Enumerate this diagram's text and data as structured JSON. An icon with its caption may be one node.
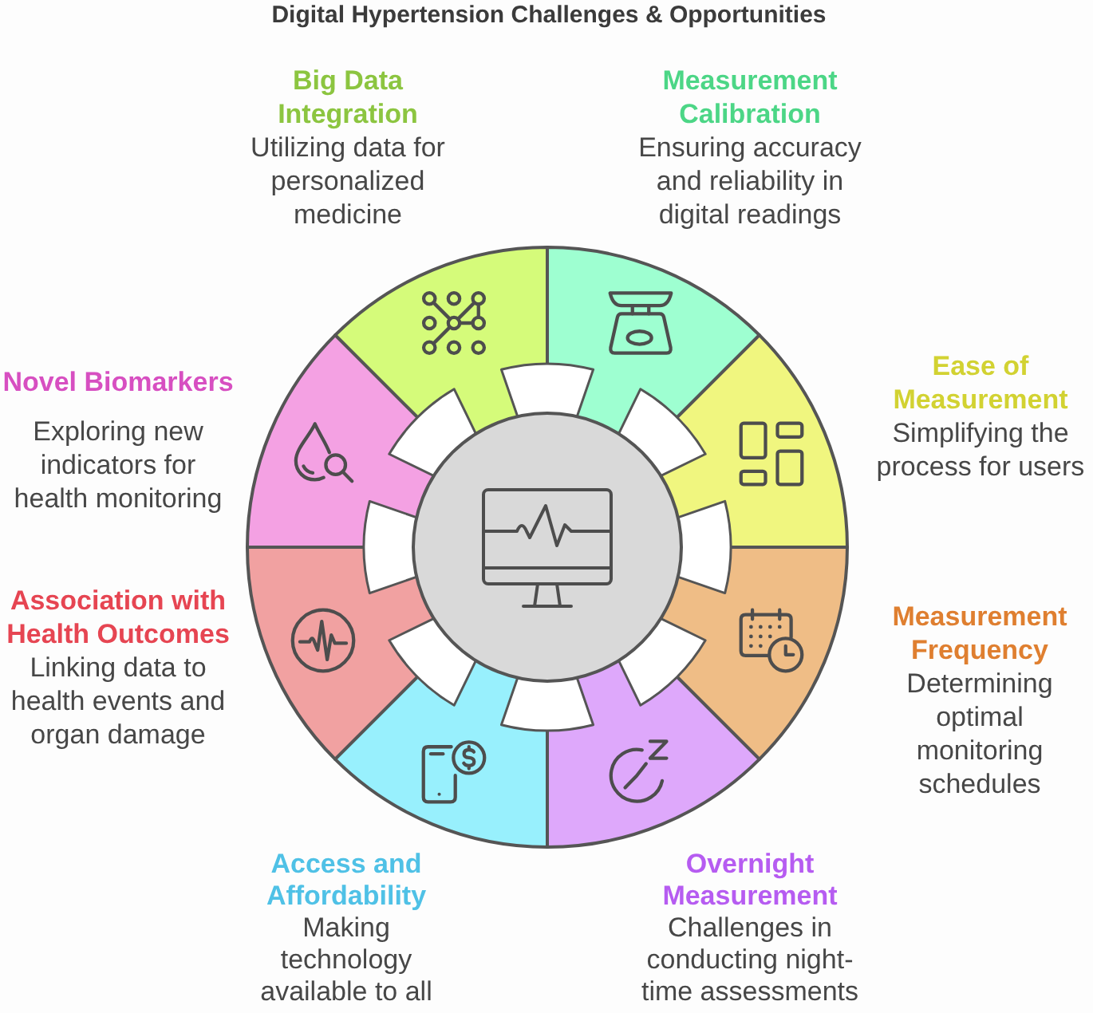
{
  "diagram": {
    "title": "Digital Hypertension Challenges & Opportunities",
    "nodes": [
      {
        "text": [
          "Big Data Integration",
          "Utilizing data for personalized medicine"
        ]
      },
      {
        "text": [
          "Measurement Calibration",
          "Ensuring accuracy and reliability in digital readings"
        ]
      },
      {
        "text": [
          "Novel Biomarkers",
          "Exploring new indicators for health monitoring"
        ]
      },
      {
        "text": [
          "Ease of Measurement",
          "Simplifying the process for users"
        ]
      },
      {
        "text": [
          "Association with Health Outcomes",
          "Linking data to health events and organ damage"
        ]
      },
      {
        "text": [
          "Measurement Frequency",
          "Determining optimal monitoring schedules"
        ]
      },
      {
        "text": [
          "Access and Affordability",
          "Making technology available to all"
        ]
      },
      {
        "text": [
          "Overnight Measurement",
          "Challenges in conducting night-time assessments"
        ]
      }
    ]
  }
}
